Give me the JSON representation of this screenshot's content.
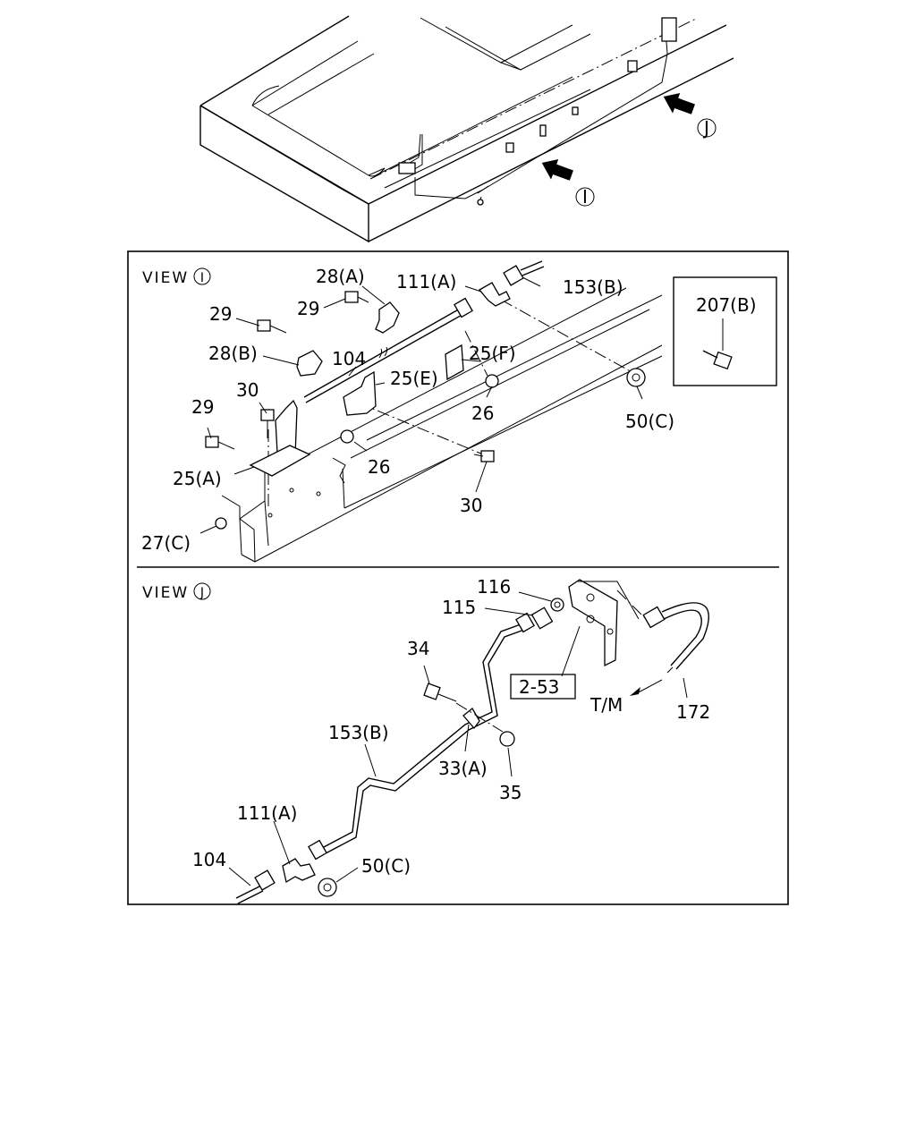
{
  "top": {
    "arrow_i_label": "I",
    "arrow_j_label": "J"
  },
  "view_i": {
    "title": "VIEW",
    "marker": "I",
    "labels": {
      "p28a": "28(A)",
      "p111a": "111(A)",
      "p153b": "153(B)",
      "p29_top": "29",
      "p29_left": "29",
      "p104": "104",
      "p25f": "25(F)",
      "p28b": "28(B)",
      "p30_top": "30",
      "p25e": "25(E)",
      "p29_low": "29",
      "p26_right": "26",
      "p50c": "50(C)",
      "p25a": "25(A)",
      "p26_low": "26",
      "p30_low": "30",
      "p27c": "27(C)"
    },
    "inset_label": "207(B)"
  },
  "view_j": {
    "title": "VIEW",
    "marker": "J",
    "labels": {
      "p116": "116",
      "p115": "115",
      "p34": "34",
      "p253": "2-53",
      "p_tm": "T/M",
      "p172": "172",
      "p153b": "153(B)",
      "p33a": "33(A)",
      "p35": "35",
      "p111a": "111(A)",
      "p104": "104",
      "p50c": "50(C)"
    }
  }
}
